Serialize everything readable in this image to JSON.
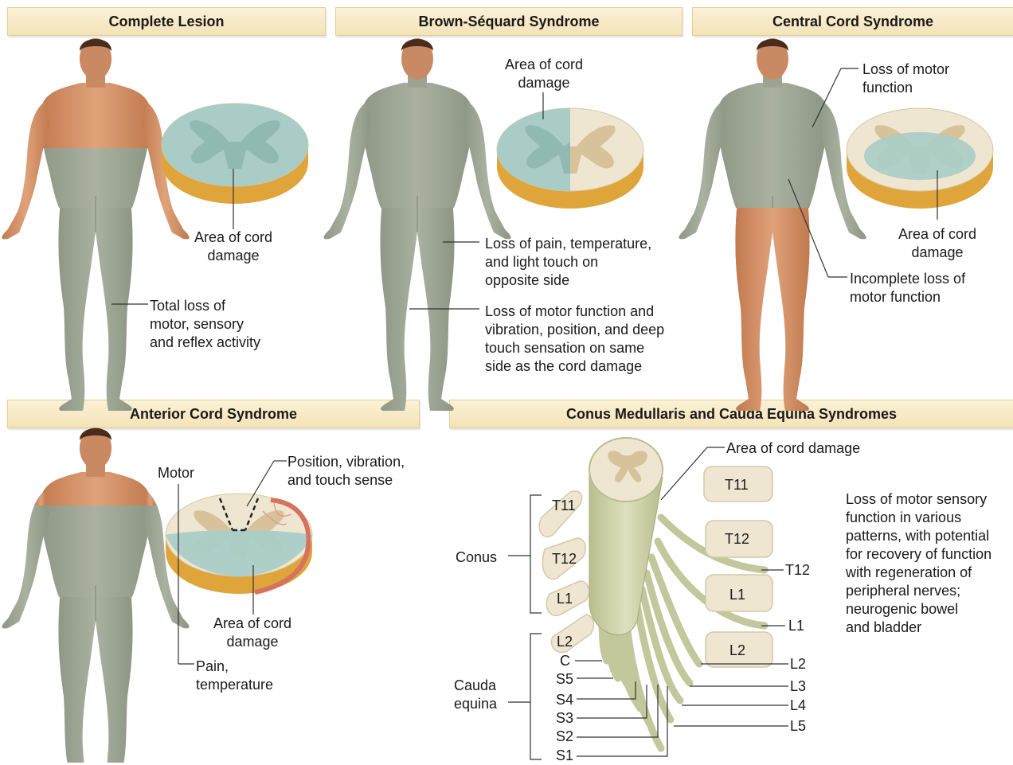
{
  "panels": {
    "complete": {
      "title": "Complete Lesion",
      "cord_label": "Area of cord\ndamage",
      "body_label": "Total loss of\nmotor, sensory\nand reflex activity"
    },
    "brown": {
      "title": "Brown-Séquard Syndrome",
      "cord_label": "Area of cord\ndamage",
      "label1": "Loss of pain, temperature,\nand light touch on\nopposite side",
      "label2": "Loss of motor function and\nvibration, position, and deep\ntouch sensation on same\nside as the cord damage"
    },
    "central": {
      "title": "Central Cord Syndrome",
      "label1": "Loss of motor\nfunction",
      "cord_label": "Area of cord\ndamage",
      "label2": "Incomplete loss of\nmotor function"
    },
    "anterior": {
      "title": "Anterior Cord Syndrome",
      "motor": "Motor",
      "position": "Position, vibration,\nand touch sense",
      "cord_label": "Area of cord\ndamage",
      "pain": "Pain,\ntemperature"
    },
    "conus": {
      "title": "Conus Medullaris and Cauda Equina Syndromes",
      "cord_label": "Area of cord damage",
      "conus": "Conus",
      "cauda": "Cauda\nequina",
      "description": "Loss of motor sensory\nfunction in various\npatterns, with potential\nfor recovery of function\nwith regeneration of\nperipheral nerves;\nneurogenic bowel\nand bladder",
      "left_vertebrae": [
        "T11",
        "T12",
        "L1",
        "L2"
      ],
      "right_vertebrae": [
        "T11",
        "T12",
        "L1",
        "L2"
      ],
      "left_roots": [
        "C",
        "S5",
        "S4",
        "S3",
        "S2",
        "S1"
      ],
      "right_roots": [
        "T12",
        "L1",
        "L2",
        "L3",
        "L4",
        "L5"
      ]
    }
  },
  "colors": {
    "skin": "#d9956a",
    "affected": "#9ea693",
    "cord_damage": "#a9cdc6",
    "cord_white": "#efe6d2",
    "cord_gray": "#d8c29a",
    "cord_side": "#e0a53a",
    "header_bg": "#f5e7c0"
  }
}
